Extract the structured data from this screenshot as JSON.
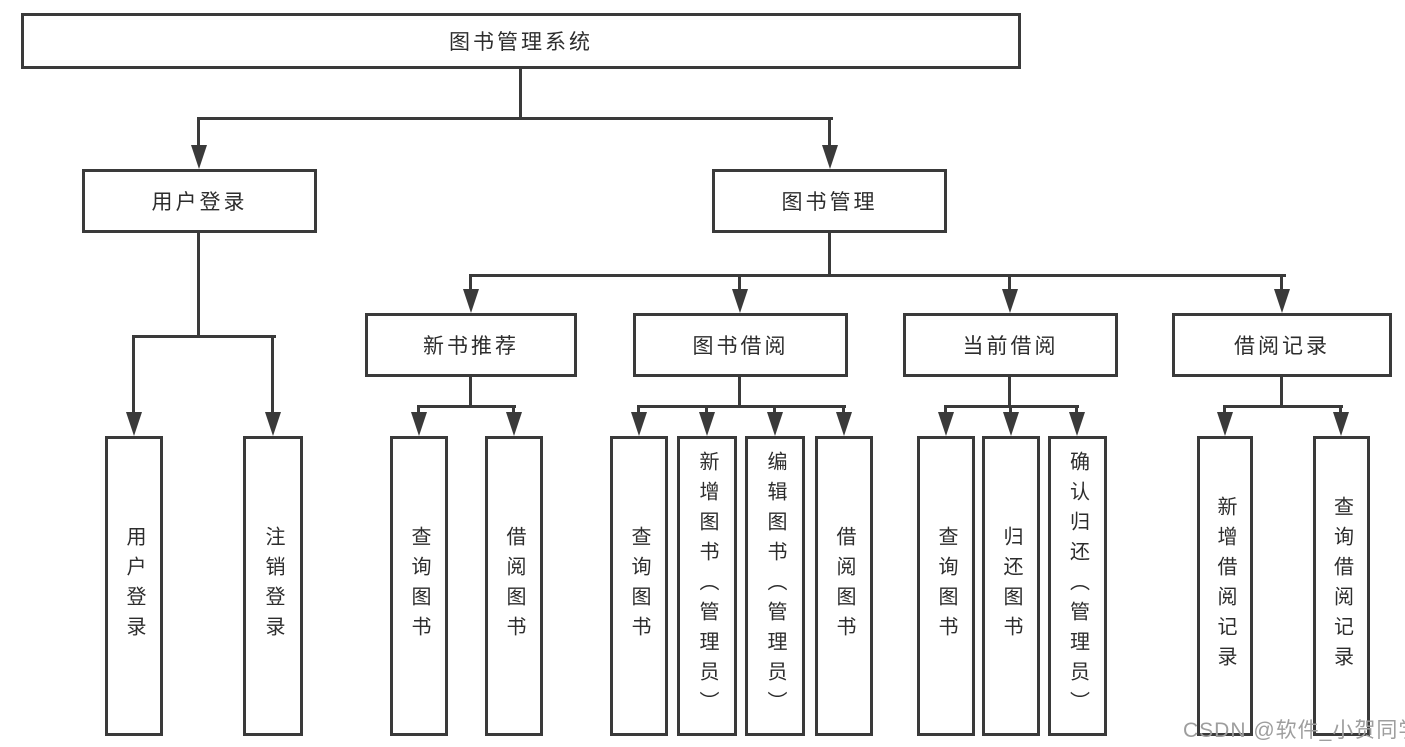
{
  "diagram_type": "functional-structure-tree",
  "colors": {
    "line": "#3a3a3a",
    "text": "#2d2d2d",
    "background": "#ffffff",
    "watermark": "#9e9e9e"
  },
  "tree": {
    "root": {
      "label": "图书管理系统"
    },
    "user_login": {
      "label": "用户登录",
      "children": [
        {
          "label": "用户登录"
        },
        {
          "label": "注销登录"
        }
      ]
    },
    "book_mgmt": {
      "label": "图书管理"
    },
    "new_books": {
      "label": "新书推荐",
      "children": [
        {
          "label": "查询图书"
        },
        {
          "label": "借阅图书"
        }
      ]
    },
    "book_borrow": {
      "label": "图书借阅",
      "children": [
        {
          "label": "查询图书"
        },
        {
          "label": "新增图书（管理员）"
        },
        {
          "label": "编辑图书（管理员）"
        },
        {
          "label": "借阅图书"
        }
      ]
    },
    "current_borrow": {
      "label": "当前借阅",
      "children": [
        {
          "label": "查询图书"
        },
        {
          "label": "归还图书"
        },
        {
          "label": "确认归还（管理员）"
        }
      ]
    },
    "borrow_records": {
      "label": "借阅记录",
      "children": [
        {
          "label": "新增借阅记录"
        },
        {
          "label": "查询借阅记录"
        }
      ]
    }
  },
  "watermark": {
    "label": "CSDN @软件_小贺同学"
  }
}
